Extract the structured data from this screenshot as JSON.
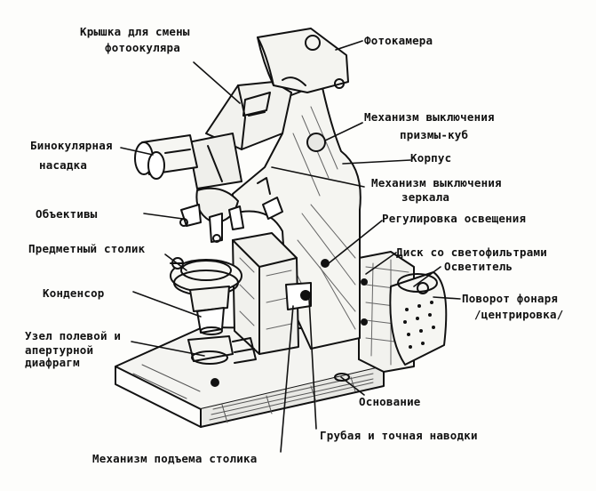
{
  "labels": {
    "cover": [
      "Крышка для смены",
      "фотоокуляра"
    ],
    "camera": "Фотокамера",
    "prism": [
      "Механизм выключения",
      "призмы-куб"
    ],
    "body": "Корпус",
    "mirror": [
      "Механизм выключения",
      "зеркала"
    ],
    "binocular": [
      "Бинокулярная",
      "насадка"
    ],
    "objectives": "Объективы",
    "illumination": "Регулировка освещения",
    "filters": "Диск со светофильтрами",
    "illuminator": "Осветитель",
    "lamp_rotation": [
      "Поворот фонаря",
      "/центрировка/"
    ],
    "stage": "Предметный столик",
    "condenser": "Конденсор",
    "diaphragm": [
      "Узел полевой и",
      "апертурной",
      "диафрагм"
    ],
    "base": "Основание",
    "focus": "Грубая и точная наводки",
    "lift": "Механизм подъема столика"
  },
  "colors": {
    "ink": "#111111",
    "paper": "#fdfdfb"
  }
}
